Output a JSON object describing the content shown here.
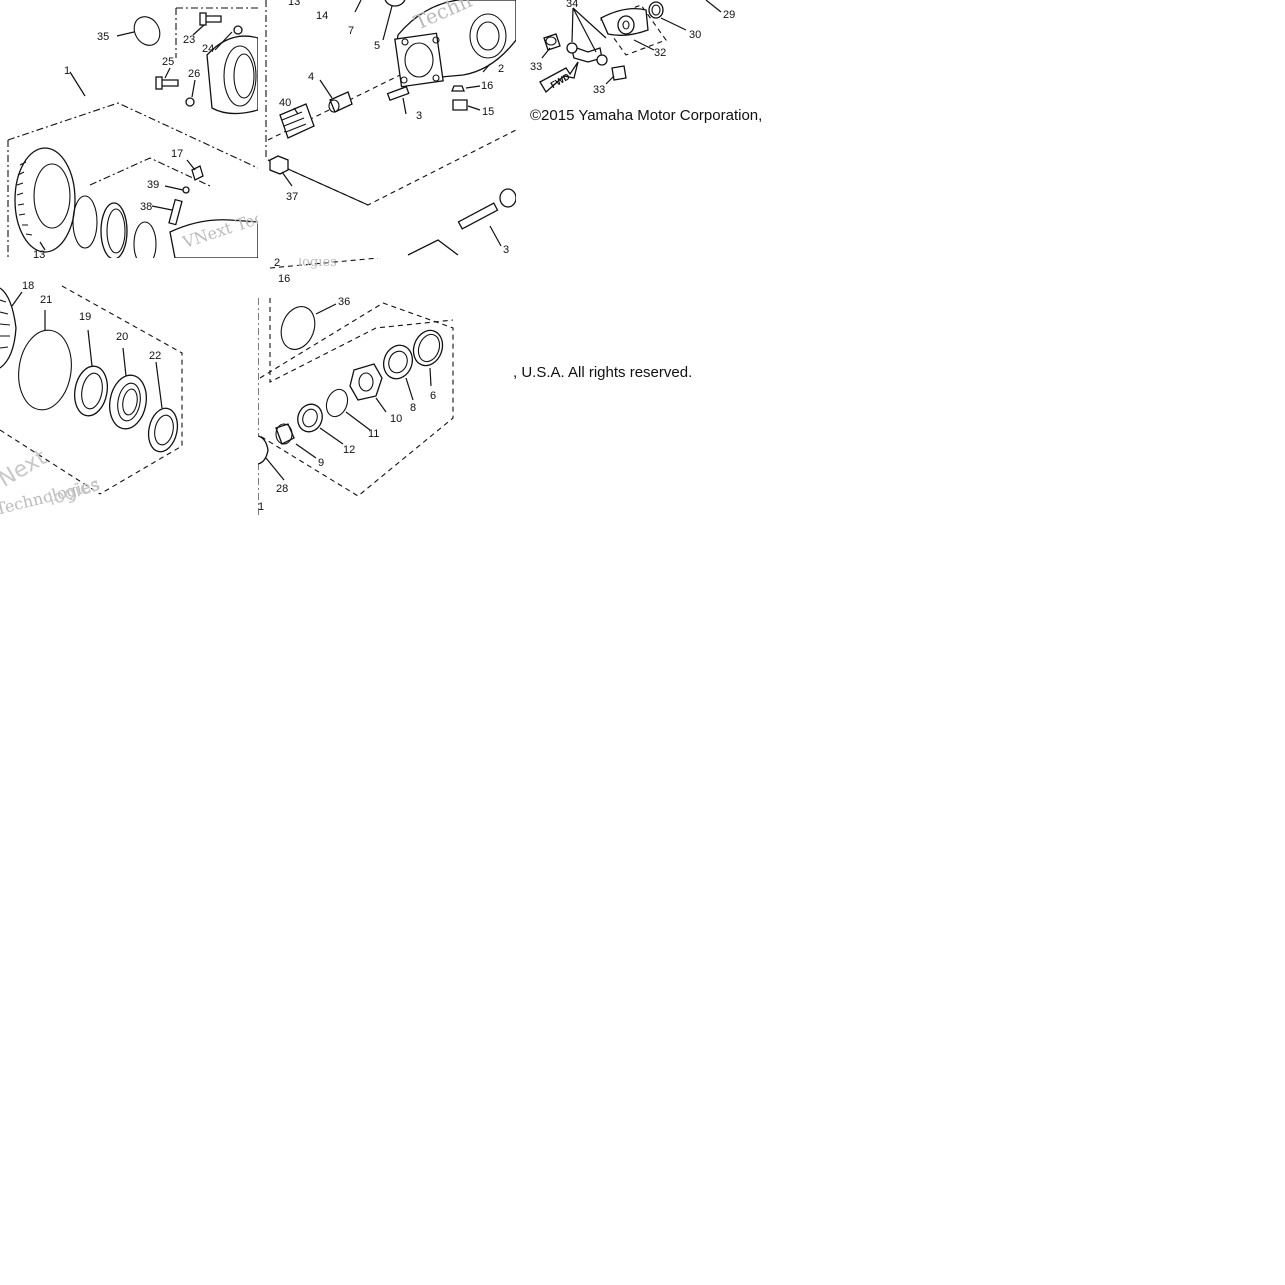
{
  "copyright": {
    "line1": "©2015 Yamaha Motor Corporation,",
    "line2": ", U.S.A. All rights reserved."
  },
  "watermark": {
    "text_a": "Techn",
    "text_b": "VNext Tec",
    "text_c": "Next",
    "text_d": "Technologies",
    "text_e": "logies",
    "text_f": "logies"
  },
  "callouts": {
    "tile1": [
      "35",
      "23",
      "24",
      "25",
      "26",
      "1",
      "17",
      "39",
      "38",
      "13"
    ],
    "tile2": [
      "13",
      "14",
      "7",
      "5",
      "4",
      "40",
      "3",
      "2",
      "16",
      "15",
      "37",
      "3"
    ],
    "tile3": [
      "34",
      "29",
      "30",
      "33",
      "32",
      "33"
    ],
    "tile4": [
      "18",
      "21",
      "19",
      "20",
      "22"
    ],
    "tile5": [
      "2",
      "16",
      "36",
      "10",
      "8",
      "6",
      "11",
      "12",
      "9",
      "28",
      "1"
    ]
  },
  "arrow_label": "FWD"
}
